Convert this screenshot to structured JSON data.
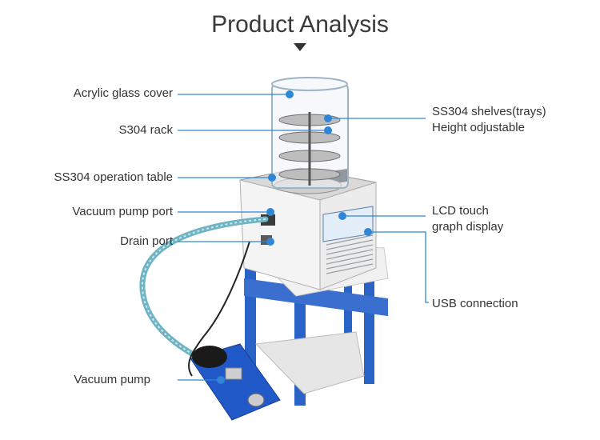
{
  "title": "Product Analysis",
  "labels": {
    "acrylic_cover": "Acrylic glass cover",
    "s304_rack": "S304 rack",
    "ss304_table": "SS304 operation table",
    "vacuum_port": "Vacuum pump port",
    "drain_port": "Drain port",
    "vacuum_pump": "Vacuum pump",
    "shelves_line1": "SS304 shelves(trays)",
    "shelves_line2": "Height odjustable",
    "lcd_line1": "LCD touch",
    "lcd_line2": "graph display",
    "usb": "USB connection"
  },
  "colors": {
    "callout": "#2f86d6",
    "stand": "#2a63c8",
    "pump": "#2259c9",
    "hose": "#6fb4c2"
  }
}
